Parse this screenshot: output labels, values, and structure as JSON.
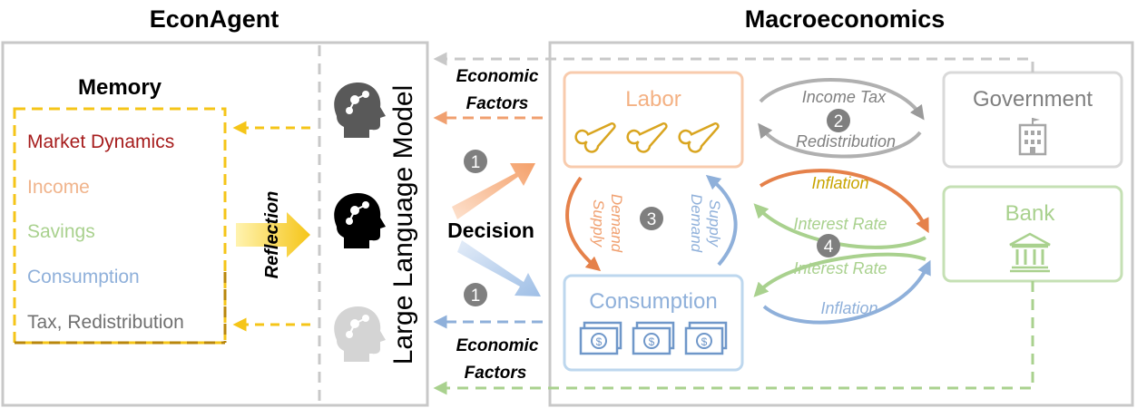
{
  "headings": {
    "left": "EconAgent",
    "right": "Macroeconomics"
  },
  "memory": {
    "title": "Memory",
    "items": [
      "Market Dynamics",
      "Income",
      "Savings",
      "Consumption",
      "Tax, Redistribution"
    ]
  },
  "reflection": "Reflection",
  "llm": "Large Language Model",
  "decision": "Decision",
  "economic_factors": {
    "top": [
      "Economic",
      "Factors"
    ],
    "bottom": [
      "Economic",
      "Factors"
    ]
  },
  "badges": {
    "one_top": "1",
    "one_bottom": "1",
    "two": "2",
    "three": "3",
    "four": "4"
  },
  "labor": "Labor",
  "consumption": "Consumption",
  "government": "Government",
  "bank": "Bank",
  "flows": {
    "income_tax": "Income Tax",
    "redistribution": "Redistribution",
    "supply_left": "Supply",
    "demand_left": "Demand",
    "demand_right": "Demand",
    "supply_right": "Supply",
    "inflation_top": "Inflation",
    "interest_rate_top": "Interest Rate",
    "interest_rate_bottom": "Interest Rate",
    "inflation_bottom": "Inflation"
  },
  "colors": {
    "market_dynamics": "#a61c1c",
    "income": "#f0b48c",
    "savings": "#a9d18e",
    "consumption": "#8fb0da",
    "tax": "#707070",
    "memory_border": "#f5c518",
    "reflection": "#f5c518",
    "labor": "#f4b183",
    "bank": "#a9d18e",
    "government": "#c8c8c8",
    "inflation": "#c8a400"
  }
}
